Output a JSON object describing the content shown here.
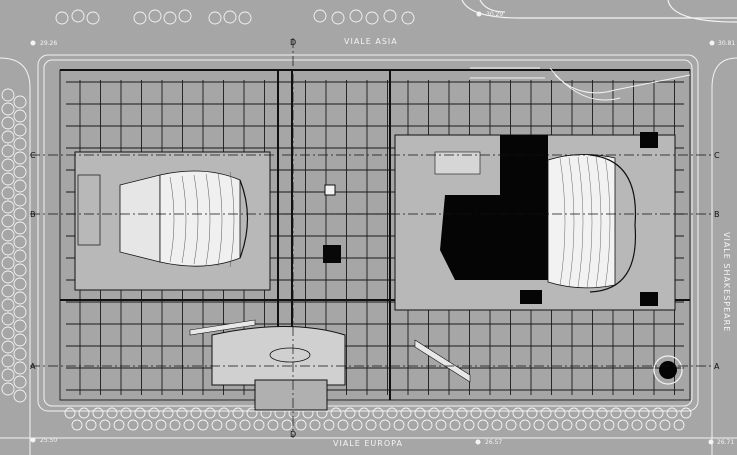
{
  "streets": {
    "north": "VIALE ASIA",
    "south": "VIALE EUROPA",
    "east": "VIALE SHAKESPEARE"
  },
  "elevations": {
    "nw": "29.26",
    "ne_top": "30.29",
    "ne": "30.81",
    "sw": "25.50",
    "s_mid": "26.57",
    "se": "26.71"
  },
  "section_marks": {
    "a": "A",
    "b": "B",
    "c": "C",
    "d": "D"
  }
}
